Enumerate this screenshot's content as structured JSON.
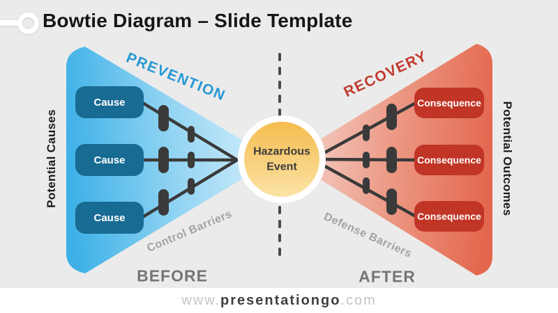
{
  "header": {
    "title": "Bowtie Diagram – Slide Template"
  },
  "diagram": {
    "center": {
      "line1": "Hazardous",
      "line2": "Event"
    },
    "left": {
      "phase": "PREVENTION",
      "side": "Potential Causes",
      "barriers": "Control Barriers",
      "stage": "BEFORE",
      "nodes": [
        "Cause",
        "Cause",
        "Cause"
      ]
    },
    "right": {
      "phase": "RECOVERY",
      "side": "Potential Outcomes",
      "barriers": "Defense Barriers",
      "stage": "AFTER",
      "nodes": [
        "Consequence",
        "Consequence",
        "Consequence"
      ]
    }
  },
  "footer": {
    "prefix": "www.",
    "brand": "presentationgo",
    "suffix": ".com"
  },
  "colors": {
    "background": "#ecebeb",
    "prevention_blue": "#2798d4",
    "recovery_red": "#c0392b",
    "cause_fill": "#186b93",
    "consequence_fill": "#c13526",
    "funnel_blue_start": "#3cb0e7",
    "funnel_blue_end": "#d9effb",
    "funnel_red_start": "#f6d6ce",
    "funnel_red_end": "#e3664d",
    "event_gold_top": "#f5bc4e",
    "event_gold_bottom": "#fbe3a6",
    "barrier_dark": "#3a3a3a",
    "barrier_label_gray": "#a3a3a3",
    "stage_gray": "#757575",
    "title_color": "#161616"
  },
  "icons": {
    "logo": "ring-and-bar"
  }
}
